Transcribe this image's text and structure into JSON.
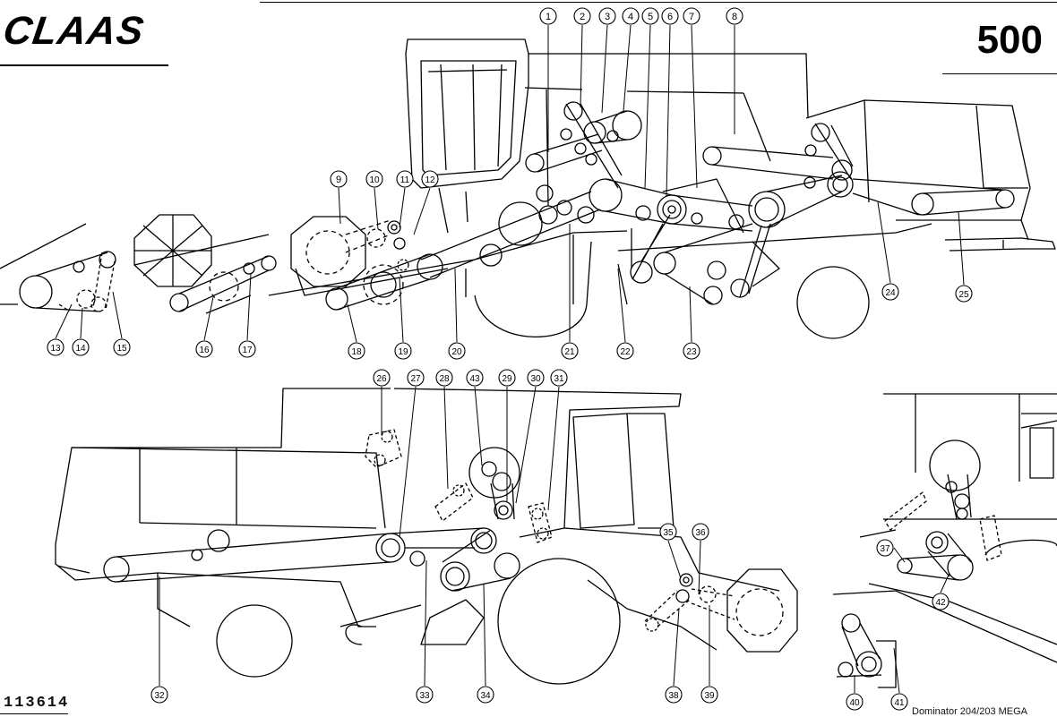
{
  "header": {
    "brand": "CLAAS",
    "model": "500"
  },
  "footer": {
    "drawing_number": "113614",
    "note": "Dominator 204/203 MEGA"
  },
  "labels": [
    "1",
    "2",
    "3",
    "4",
    "5",
    "6",
    "7",
    "8",
    "9",
    "10",
    "11",
    "12",
    "13",
    "14",
    "15",
    "16",
    "17",
    "18",
    "19",
    "20",
    "21",
    "22",
    "23",
    "24",
    "25",
    "26",
    "27",
    "28",
    "29",
    "30",
    "31",
    "32",
    "33",
    "34",
    "35",
    "36",
    "37",
    "38",
    "39",
    "40",
    "41",
    "42",
    "43"
  ]
}
